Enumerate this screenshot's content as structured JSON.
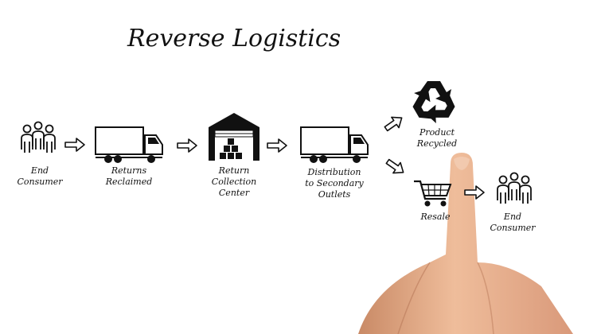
{
  "title": "Reverse Logistics",
  "nodes": [
    {
      "id": "end-consumer-start",
      "icon": "people-icon",
      "lines": [
        "End",
        "Consumer"
      ]
    },
    {
      "id": "returns-reclaimed",
      "icon": "truck-icon",
      "lines": [
        "Returns",
        "Reclaimed"
      ]
    },
    {
      "id": "return-collection-center",
      "icon": "warehouse-icon",
      "lines": [
        "Return",
        "Collection",
        "Center"
      ]
    },
    {
      "id": "distribution-secondary-outlets",
      "icon": "truck-icon",
      "lines": [
        "Distribution",
        "to Secondary",
        "Outlets"
      ]
    },
    {
      "id": "product-recycled",
      "icon": "recycle-icon",
      "lines": [
        "Product",
        "Recycled"
      ]
    },
    {
      "id": "resale",
      "icon": "shopping-cart-icon",
      "lines": [
        "Resale"
      ]
    },
    {
      "id": "end-consumer-final",
      "icon": "people-icon",
      "lines": [
        "End",
        "Consumer"
      ]
    }
  ],
  "colors": {
    "ink": "#111111",
    "skin": "#e8b08c"
  }
}
